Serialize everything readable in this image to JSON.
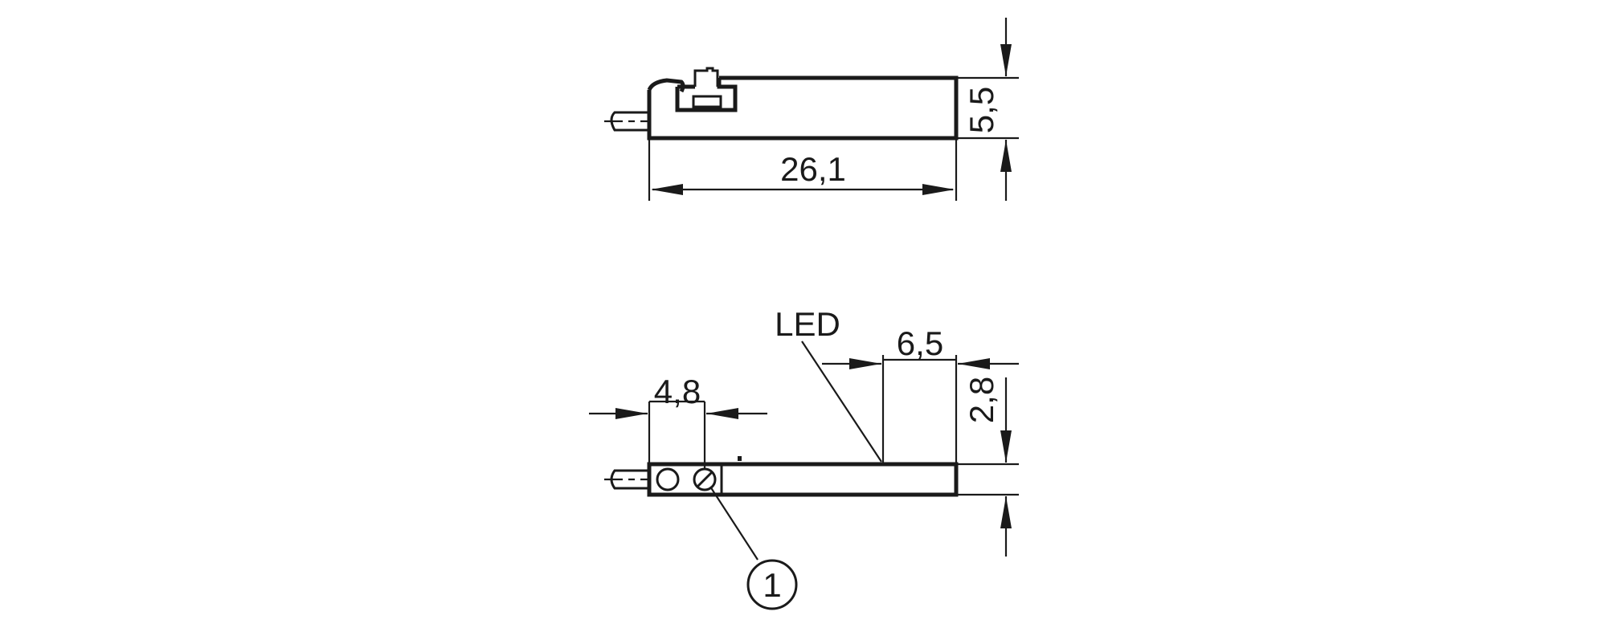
{
  "dimensions": {
    "length": "26,1",
    "height": "5,5",
    "mount_offset": "4,8",
    "led_offset": "6,5",
    "width": "2,8"
  },
  "labels": {
    "led": "LED",
    "callout_1": "1"
  }
}
